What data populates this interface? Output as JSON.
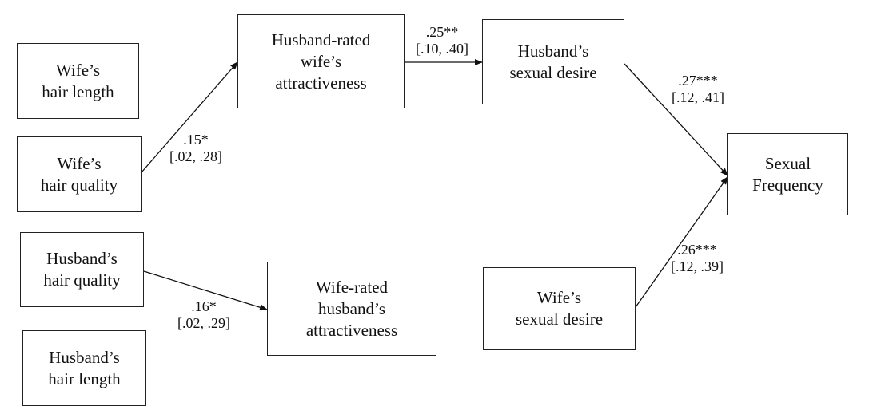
{
  "nodes": {
    "wife_hair_length": {
      "lines": [
        "Wife’s",
        "hair length"
      ]
    },
    "wife_hair_quality": {
      "lines": [
        "Wife’s",
        "hair quality"
      ]
    },
    "husband_hair_quality": {
      "lines": [
        "Husband’s",
        "hair quality"
      ]
    },
    "husband_hair_length": {
      "lines": [
        "Husband’s",
        "hair length"
      ]
    },
    "husband_rated_attractiveness": {
      "lines": [
        "Husband-rated",
        "wife’s",
        "attractiveness"
      ]
    },
    "wife_rated_attractiveness": {
      "lines": [
        "Wife-rated",
        "husband’s",
        "attractiveness"
      ]
    },
    "husband_sexual_desire": {
      "lines": [
        "Husband’s",
        "sexual desire"
      ]
    },
    "wife_sexual_desire": {
      "lines": [
        "Wife’s",
        "sexual desire"
      ]
    },
    "sexual_frequency": {
      "lines": [
        "Sexual",
        "Frequency"
      ]
    }
  },
  "paths": {
    "wife_quality_to_husband_rated": {
      "coef": ".15*",
      "ci": "[.02, .28]"
    },
    "husband_rated_to_husband_desire": {
      "coef": ".25**",
      "ci": "[.10, .40]"
    },
    "husband_desire_to_frequency": {
      "coef": ".27***",
      "ci": "[.12, .41]"
    },
    "husband_quality_to_wife_rated": {
      "coef": ".16*",
      "ci": "[.02, .29]"
    },
    "wife_desire_to_frequency": {
      "coef": ".26***",
      "ci": "[.12, .39]"
    }
  }
}
